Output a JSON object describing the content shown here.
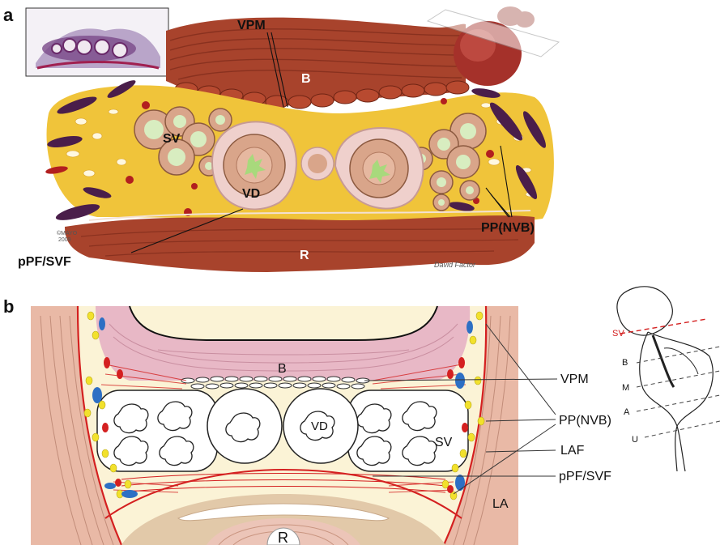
{
  "panel_a": {
    "letter": "a",
    "labels": {
      "vpm": "VPM",
      "b": "B",
      "sv": "SV",
      "vd": "VD",
      "r": "R",
      "pp_nvb": "PP(NVB)",
      "ppf_svf": "pPF/SVF"
    },
    "copyright": "©MAYO\n2009",
    "signature": "David Factor",
    "colors": {
      "muscle": "#a8432c",
      "fat": "#f0c43a",
      "gland": "#d9a58a",
      "lumen": "#d8edc0",
      "vein": "#4a1e4a",
      "artery": "#b21f1f"
    }
  },
  "panel_b": {
    "letter": "b",
    "labels": {
      "b": "B",
      "vd": "VD",
      "sv": "SV",
      "r": "R",
      "la": "LA",
      "vpm": "VPM",
      "pp_nvb": "PP(NVB)",
      "laf": "LAF",
      "ppf_svf": "pPF/SVF"
    },
    "inset_labels": {
      "sv": "SV",
      "b": "B",
      "m": "M",
      "a": "A",
      "u": "U"
    },
    "colors": {
      "bladder": "#e8b8c6",
      "fascia_fill": "#fbf3d6",
      "red_line": "#d42020",
      "muscle": "#e9b9a6",
      "rectum": "#e2c9a9",
      "vein": "#2d6fc4",
      "yellow_nerve": "#f2e12c"
    }
  }
}
